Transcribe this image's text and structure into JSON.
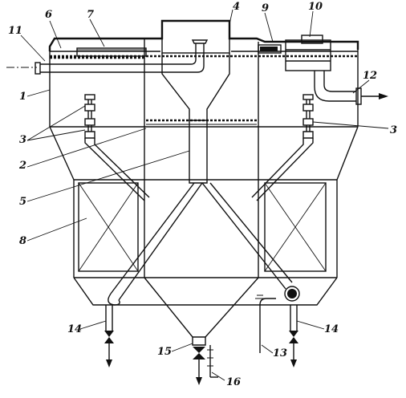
{
  "labels": {
    "l1": "1",
    "l2": "2",
    "l3a": "3",
    "l3b": "3",
    "l4": "4",
    "l5": "5",
    "l6": "6",
    "l7": "7",
    "l8": "8",
    "l9": "9",
    "l10": "10",
    "l11": "11",
    "l12": "12",
    "l13": "13",
    "l14a": "14",
    "l14b": "14",
    "l15": "15",
    "l16": "16"
  }
}
